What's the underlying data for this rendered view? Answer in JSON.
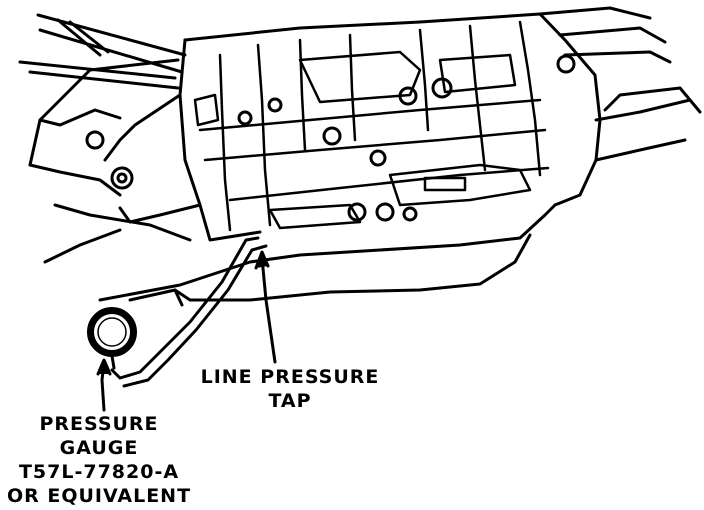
{
  "labels": {
    "line_pressure_tap": [
      "LINE PRESSURE",
      "TAP"
    ],
    "pressure_gauge": [
      "PRESSURE",
      "GAUGE",
      "T57L-77820-A",
      "OR EQUIVALENT"
    ]
  },
  "colors": {
    "ink": "#000000",
    "paper": "#ffffff"
  }
}
